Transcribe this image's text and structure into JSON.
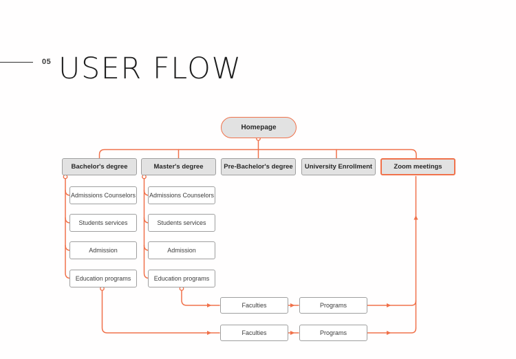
{
  "page": {
    "number": "05",
    "title": "USER FLOW"
  },
  "diagram": {
    "root": {
      "label": "Homepage"
    },
    "branches": [
      {
        "label": "Bachelor's degree",
        "children": [
          "Admissions Counselors",
          "Students services",
          "Admission",
          "Education programs"
        ]
      },
      {
        "label": "Master's degree",
        "children": [
          "Admissions Counselors",
          "Students services",
          "Admission",
          "Education programs"
        ]
      },
      {
        "label": "Pre-Bachelor's degree",
        "children": []
      },
      {
        "label": "University Enrollment",
        "children": []
      },
      {
        "label": "Zoom meetings",
        "children": [],
        "highlighted": true
      }
    ],
    "bottom_rows": [
      {
        "boxes": [
          "Faculties",
          "Programs"
        ]
      },
      {
        "boxes": [
          "Faculties",
          "Programs"
        ]
      }
    ],
    "colors": {
      "accent": "#f0714a",
      "node_fill": "#e2e2e2",
      "node_border": "#9e9e9e"
    }
  }
}
